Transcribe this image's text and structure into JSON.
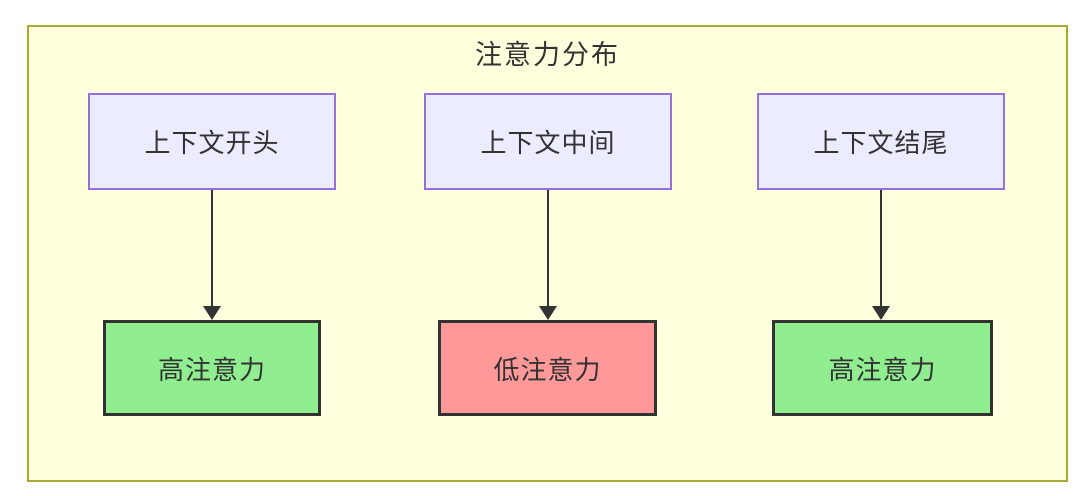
{
  "diagram": {
    "type": "flowchart-top-down",
    "title": "注意力分布",
    "colors": {
      "canvas_background": "#ffffff",
      "frame_fill": "#ffffde",
      "frame_border": "#aaaa33",
      "context_node_fill": "#ececff",
      "context_node_border": "#9370db",
      "high_attention_fill": "#90ee90",
      "low_attention_fill": "#ff9999",
      "attention_node_border": "#333333",
      "arrow_color": "#333333",
      "text_color": "#333333"
    },
    "top_nodes": [
      {
        "label": "上下文开头"
      },
      {
        "label": "上下文中间"
      },
      {
        "label": "上下文结尾"
      }
    ],
    "bottom_nodes": [
      {
        "label": "高注意力",
        "level": "high"
      },
      {
        "label": "低注意力",
        "level": "low"
      },
      {
        "label": "高注意力",
        "level": "high"
      }
    ],
    "edges": [
      {
        "from": "上下文开头",
        "to": "高注意力"
      },
      {
        "from": "上下文中间",
        "to": "低注意力"
      },
      {
        "from": "上下文结尾",
        "to": "高注意力"
      }
    ]
  }
}
